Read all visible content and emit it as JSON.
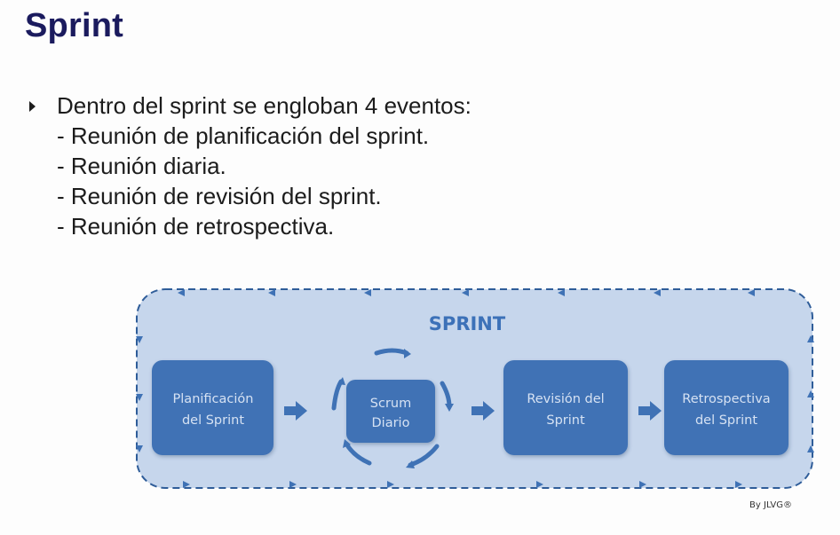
{
  "slide": {
    "title": "Sprint",
    "bullet": "Dentro del sprint se engloban 4 eventos:",
    "sub_items": [
      "- Reunión de planificación del sprint.",
      "- Reunión diaria.",
      "- Reunión de revisión del sprint.",
      "- Reunión de retrospectiva."
    ]
  },
  "diagram": {
    "sprint_label": "SPRINT",
    "boxes": [
      {
        "line1": "Planificación",
        "line2": "del Sprint"
      },
      {
        "line1": "Scrum",
        "line2": "Diario"
      },
      {
        "line1": "Revisión del",
        "line2": "Sprint"
      },
      {
        "line1": "Retrospectiva",
        "line2": "del Sprint"
      }
    ],
    "credit": "By JLVG®"
  },
  "colors": {
    "title": "#1b1b5e",
    "diagram_bg": "#c6d6ec",
    "box_fill": "#3f72b5",
    "arrow": "#3f72b5",
    "dashed_border": "#2f5d99"
  }
}
